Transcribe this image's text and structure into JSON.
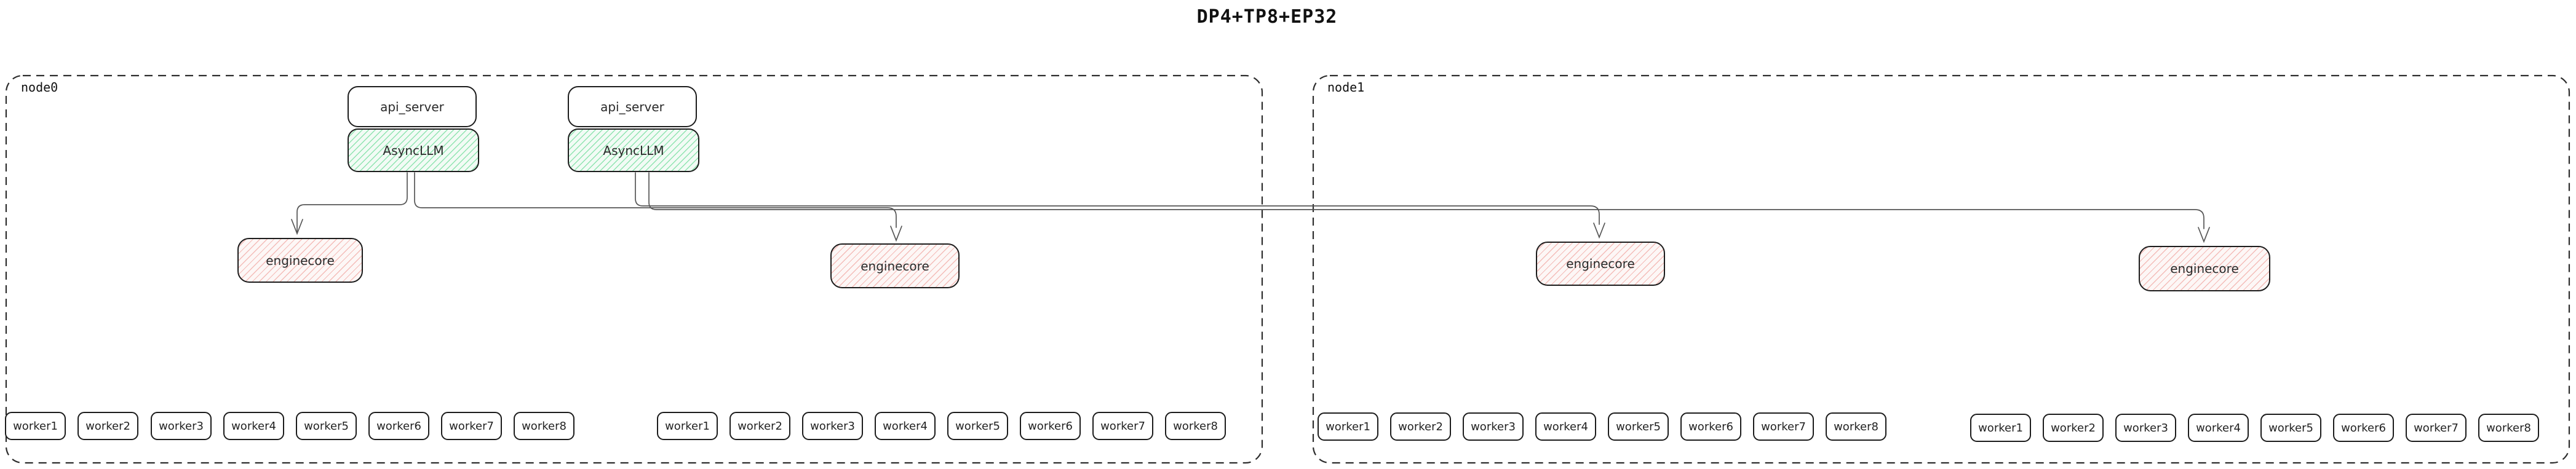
{
  "title": "DP4+TP8+EP32",
  "colors": {
    "background": "#ffffff",
    "box_border": "#1c1c1c",
    "node_border": "#2d2d2d",
    "edge": "#565656",
    "asyncllm_fill": "#f2fbf5",
    "asyncllm_hatch": "#8fe4b0",
    "enginecore_fill": "#fdf7f6",
    "enginecore_hatch": "#f4bcb8",
    "text": "#111111"
  },
  "nodes": [
    {
      "label": "node0",
      "api_stacks": [
        {
          "api_server": "api_server",
          "async_llm": "AsyncLLM"
        },
        {
          "api_server": "api_server",
          "async_llm": "AsyncLLM"
        }
      ],
      "enginecores": [
        "enginecore",
        "enginecore"
      ],
      "worker_groups": [
        [
          "worker1",
          "worker2",
          "worker3",
          "worker4",
          "worker5",
          "worker6",
          "worker7",
          "worker8"
        ],
        [
          "worker1",
          "worker2",
          "worker3",
          "worker4",
          "worker5",
          "worker6",
          "worker7",
          "worker8"
        ]
      ]
    },
    {
      "label": "node1",
      "api_stacks": [],
      "enginecores": [
        "enginecore",
        "enginecore"
      ],
      "worker_groups": [
        [
          "worker1",
          "worker2",
          "worker3",
          "worker4",
          "worker5",
          "worker6",
          "worker7",
          "worker8"
        ],
        [
          "worker1",
          "worker2",
          "worker3",
          "worker4",
          "worker5",
          "worker6",
          "worker7",
          "worker8"
        ]
      ]
    }
  ]
}
